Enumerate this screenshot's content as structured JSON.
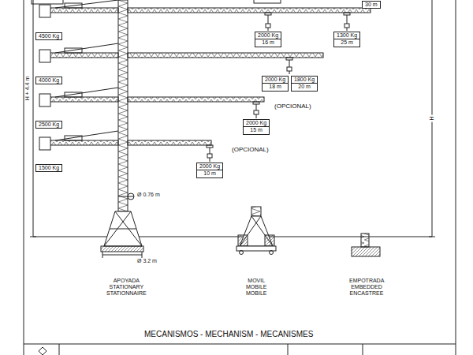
{
  "diagram": {
    "nodes": [
      {
        "text": [
          "30 m"
        ]
      },
      {
        "text": [
          "4500 Kg"
        ]
      },
      {
        "text": [
          "2000 Kg",
          "16 m"
        ]
      },
      {
        "text": [
          "1300 Kg",
          "25 m"
        ]
      },
      {
        "text": [
          "4000 Kg"
        ]
      },
      {
        "text": [
          "2000 Kg",
          "18 m"
        ]
      },
      {
        "text": [
          "1800 Kg",
          "20 m"
        ]
      },
      {
        "text": [
          "2500 Kg"
        ]
      },
      {
        "text": [
          "2000 Kg",
          "15 m"
        ]
      },
      {
        "text": [
          "1500 Kg"
        ]
      },
      {
        "text": [
          "2000 Kg",
          "10 m"
        ]
      }
    ],
    "labels": [
      "H + 4.4 m",
      "H",
      "(OPCIONAL)",
      "(OPCIONAL)",
      "Ø 0.76 m",
      "Ø 3.2 m",
      "APOYADA STATIONARY STATIONNAIRE",
      "MOVIL MOBILE MOBILE",
      "EMPOTRADA EMBEDDED ENCASTREE",
      "MECANISMOS - MECHANISM - MECANISMES"
    ]
  }
}
